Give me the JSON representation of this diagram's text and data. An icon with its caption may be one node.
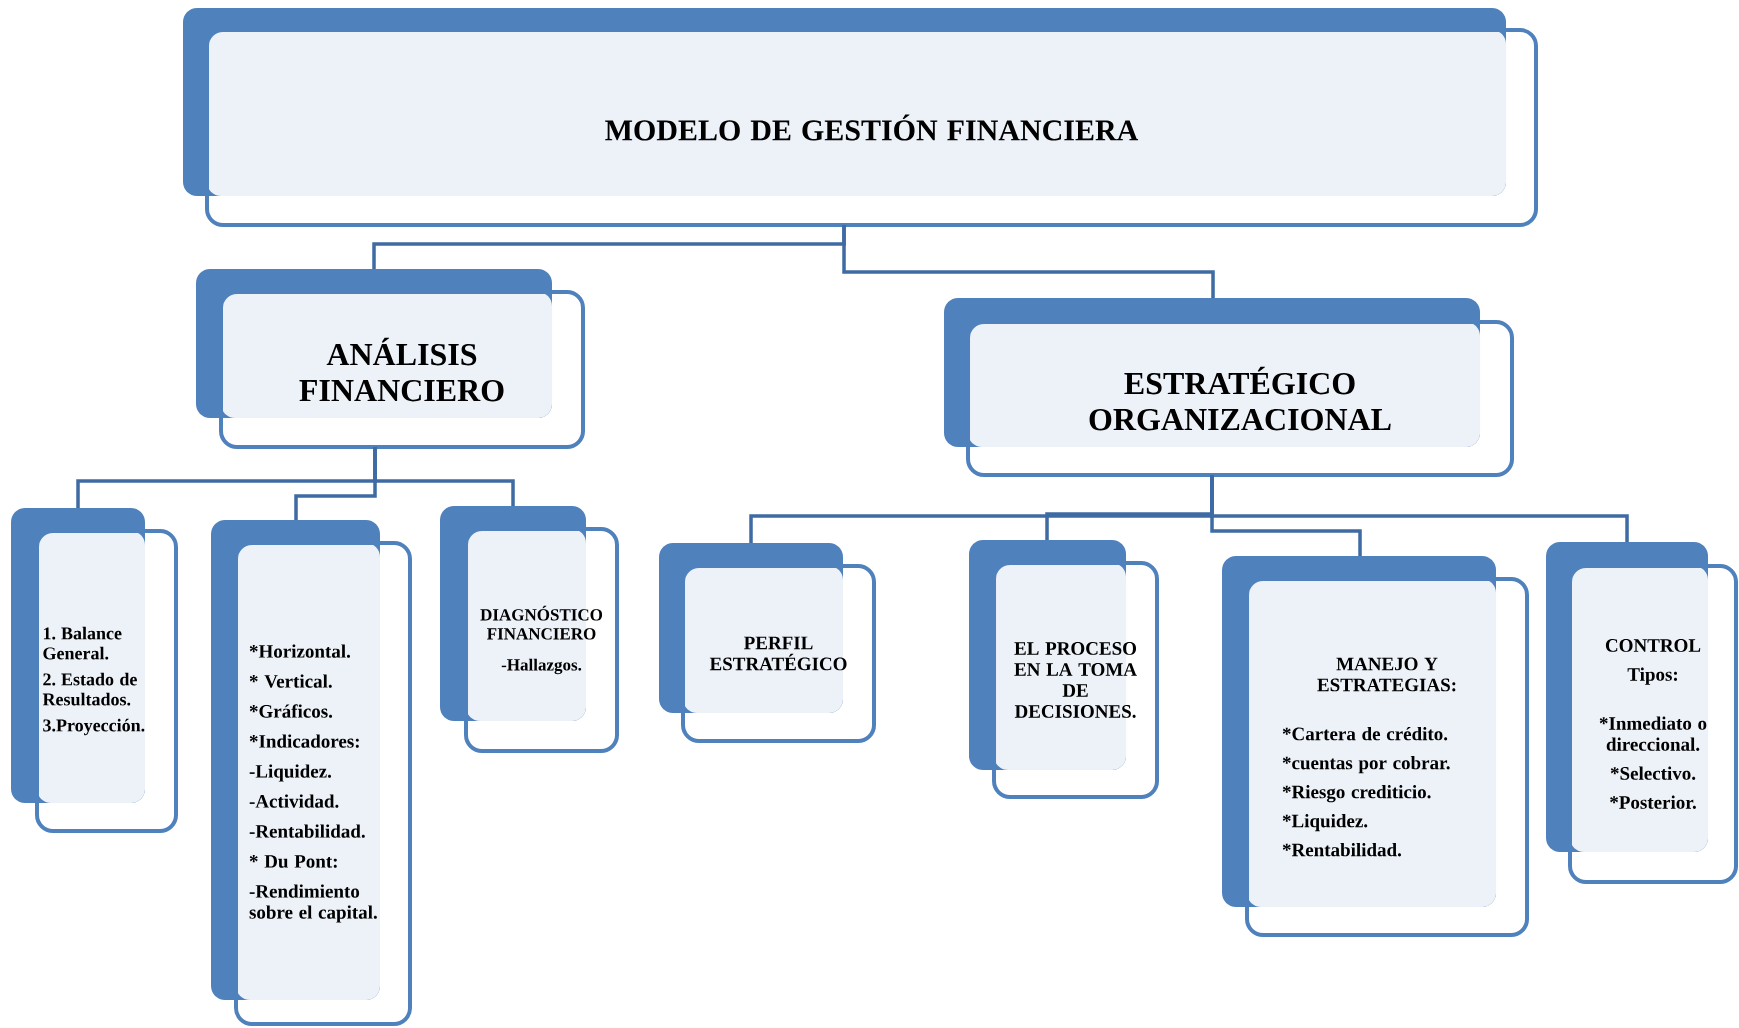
{
  "diagram": {
    "nodes": [
      {
        "text": [
          "MODELO DE GESTIÓN FINANCIERA"
        ]
      },
      {
        "text": [
          "ANÁLISIS FINANCIERO"
        ]
      },
      {
        "text": [
          "ESTRATÉGICO ORGANIZACIONAL"
        ]
      },
      {
        "text": [
          "1. Balance General.",
          "2. Estado de Resultados.",
          "3.Proyección."
        ]
      },
      {
        "text": [
          "*Horizontal.",
          "* Vertical.",
          "*Gráficos.",
          "*Indicadores:",
          "-Liquidez.",
          "-Actividad.",
          "-Rentabilidad.",
          "* Du Pont:",
          "-Rendimiento sobre el capital."
        ]
      },
      {
        "text": [
          "DIAGNÓSTICO FINANCIERO",
          "-Hallazgos."
        ]
      },
      {
        "text": [
          "PERFIL ESTRATÉGICO"
        ]
      },
      {
        "text": [
          "EL PROCESO EN LA TOMA DE DECISIONES."
        ]
      },
      {
        "text": [
          "MANEJO Y ESTRATEGIAS:",
          "*Cartera de crédito.",
          "*cuentas por cobrar.",
          "*Riesgo crediticio.",
          "*Liquidez.",
          "*Rentabilidad."
        ]
      },
      {
        "text": [
          "CONTROL",
          "Tipos:",
          "*Inmediato o direccional.",
          "*Selectivo.",
          "*Posterior."
        ]
      }
    ],
    "edges": [
      {
        "from": 0,
        "to": 1,
        "arrow": "none"
      },
      {
        "from": 0,
        "to": 2,
        "arrow": "none"
      },
      {
        "from": 1,
        "to": 3,
        "arrow": "none"
      },
      {
        "from": 1,
        "to": 4,
        "arrow": "none"
      },
      {
        "from": 1,
        "to": 5,
        "arrow": "none"
      },
      {
        "from": 2,
        "to": 6,
        "arrow": "none"
      },
      {
        "from": 2,
        "to": 7,
        "arrow": "none"
      },
      {
        "from": 2,
        "to": 8,
        "arrow": "none"
      },
      {
        "from": 2,
        "to": 9,
        "arrow": "none"
      }
    ]
  }
}
